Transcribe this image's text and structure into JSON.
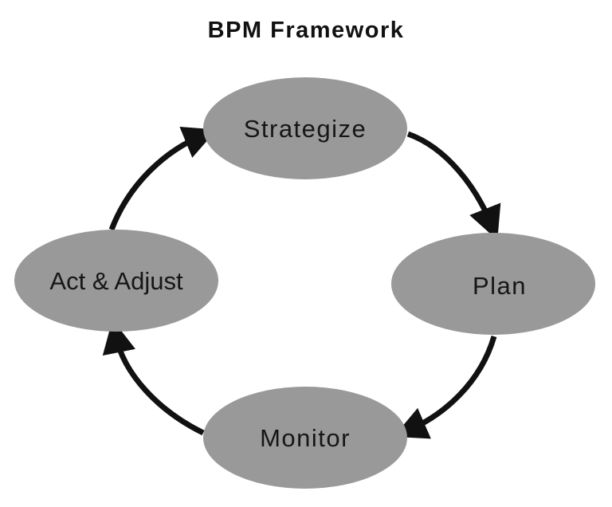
{
  "title": "BPM Framework",
  "nodes": {
    "strategize": "Strategize",
    "plan": "Plan",
    "monitor": "Monitor",
    "act_adjust": "Act & Adjust"
  },
  "colors": {
    "node_fill": "#999999",
    "arrow": "#111111",
    "text": "#161616"
  }
}
